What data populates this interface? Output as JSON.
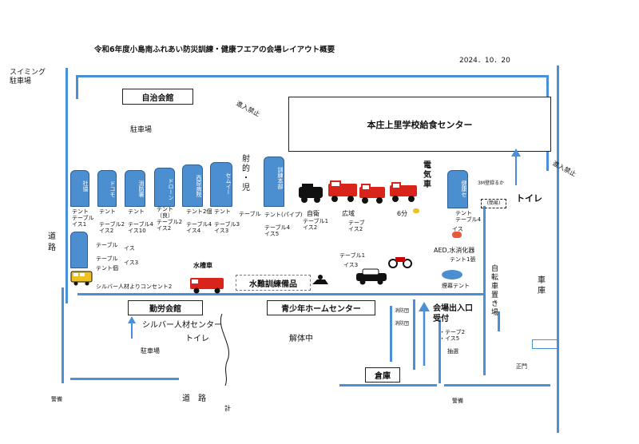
{
  "title": "令和6年度小島南ふれあい防災訓練・健康フエアの会場レイアウト概要",
  "date": "2024．10．20",
  "colors": {
    "road": "#4a90d9",
    "tent": "#4c8fd0",
    "truck_red": "#d9241c",
    "arrow": "#4a90d9"
  },
  "buildings": {
    "jichikaikan": "自治会館",
    "kyushoku": "本庄上里学校給食センター",
    "kinrou": "勤労会館",
    "seishonen": "青少年ホームセンター",
    "souko": "倉庫"
  },
  "parking": {
    "swimming": "スイミング\n駐車場",
    "top": "駐車場",
    "bottom": "駐車場"
  },
  "no_entry": {
    "left": "進入禁止",
    "right": "進入禁止"
  },
  "tents": [
    {
      "label": "社協"
    },
    {
      "label": "ドコモ"
    },
    {
      "label": "消防署"
    },
    {
      "label": "ドローン"
    },
    {
      "label": "西原病院"
    },
    {
      "label": "セムイー"
    },
    {
      "label": "訓練本部"
    },
    {
      "label": "健康セ"
    }
  ],
  "shateki": "射\n的\n・\n児",
  "vehicles": {
    "jieitai": "自衛",
    "kouiki": "広域",
    "rokubun": "6分",
    "suisousha": "水槽車"
  },
  "denkisha": "電\n気\n車",
  "toilet_top": "トイレ",
  "toilet_top_note": "3M登録るか",
  "toilet_top_sub": "(簡易)",
  "aed": "AED,水消化器",
  "aed_sub": "テント1張",
  "smoke_tent": "煙幕テント",
  "sign_dosha": "水難訓練備品",
  "silver_outlet": "シルバー人材よりコンセント2",
  "tent_labels": [
    "テント\nテーブル\nイス1",
    "テント\n\nテーブル2\nイス2",
    "テント\n\nテーブル4\nイス10",
    "テント\n（良）\nテーブル2\nイス2",
    "テント2個\n\nテーブル4\nイス4",
    "テント\n\nテーブル3\nイス3",
    "テーブル",
    "テント(パイプ)\n\nテーブル4\nイス5"
  ],
  "lower_left_labels": [
    "テーブル",
    "イス",
    "テーブル",
    "イス3",
    "テント個"
  ],
  "truck_labels": [
    "テーブル1\nイス2",
    "テーブ\nイス2"
  ],
  "mid_labels": [
    "テーブル1",
    "イス3"
  ],
  "tent_right_label": "テント\nテーブル4",
  "right_col": {
    "ir_label": "イス",
    "bicycle": "自\n転\n車\n置\nき\n場",
    "garage": "車\n庫",
    "gate": "正門"
  },
  "entrance": {
    "title": "会場出入口\n受付",
    "sub": "・テーブ2\n・イス5",
    "lottery": "抽選"
  },
  "silver_center": "シルバー人材センター",
  "toilet_bottom": "トイレ",
  "kaitai": "解体中",
  "shobo": [
    "消防団",
    "消防団"
  ],
  "road_labels": {
    "left_vertical": "道\n路",
    "bottom": "道　路",
    "bottom_sub": "計"
  },
  "guards": [
    "警備",
    "警備"
  ]
}
